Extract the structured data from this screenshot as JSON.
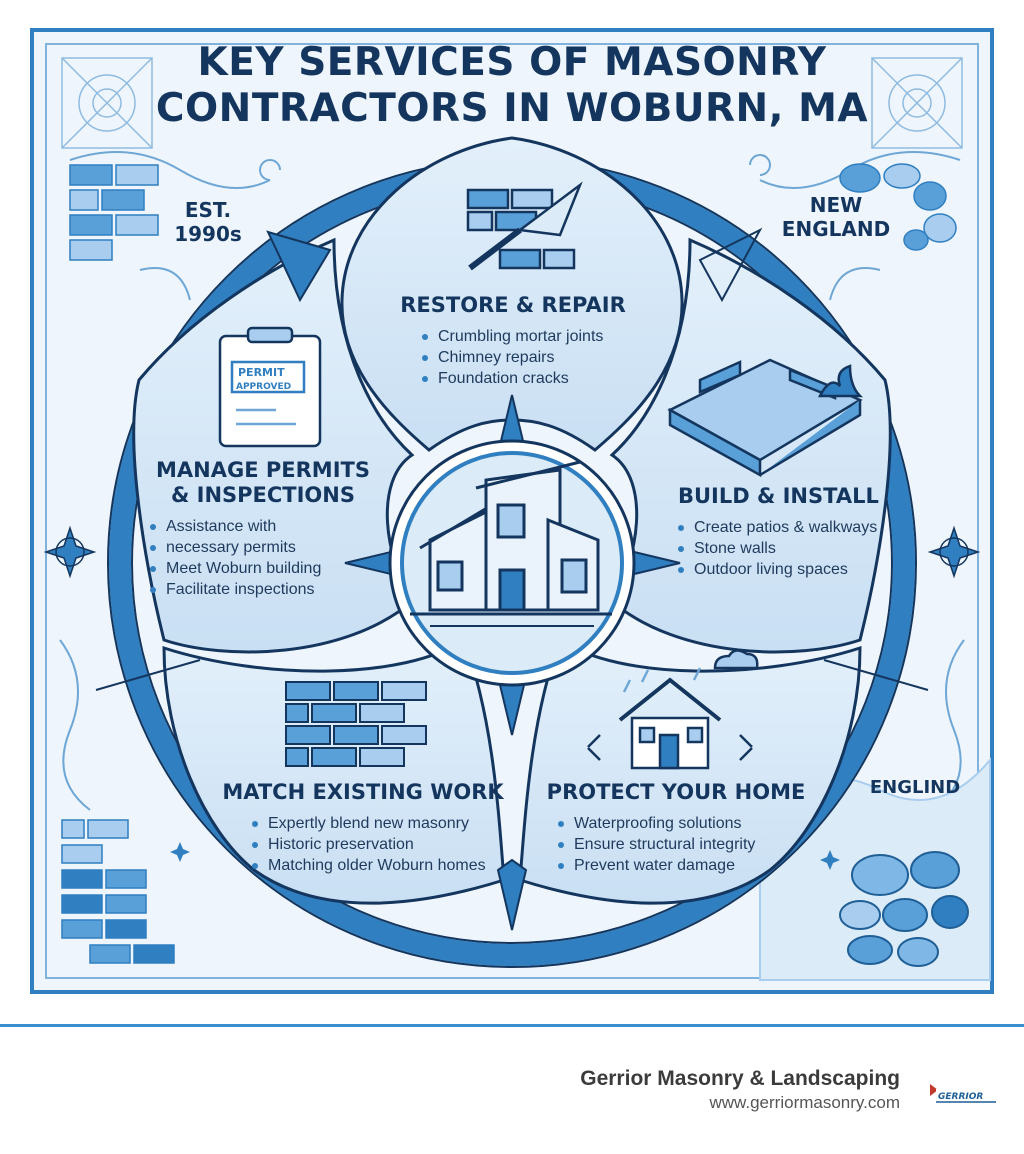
{
  "title": {
    "line1": "KEY SERVICES OF MASONRY",
    "line2": "CONTRACTORS IN WOBURN, MA"
  },
  "corners": {
    "est_line1": "EST.",
    "est_line2": "1990s",
    "region_line1": "NEW",
    "region_line2": "ENGLAND",
    "region_alt": "ENGLIND"
  },
  "illustration_text": {
    "permit_line1": "PERMIT",
    "permit_line2": "APPROVED"
  },
  "services": {
    "restore": {
      "title": "RESTORE & REPAIR",
      "items": [
        "Crumbling mortar joints",
        "Chimney repairs",
        "Foundation cracks"
      ]
    },
    "permits": {
      "title_line1": "MANAGE PERMITS",
      "title_line2": "& INSPECTIONS",
      "items": [
        "Assistance with",
        "necessary permits",
        "Meet Woburn building",
        "Facilitate inspections"
      ]
    },
    "build": {
      "title": "BUILD & INSTALL",
      "items": [
        "Create patios & walkways",
        "Stone walls",
        "Outdoor living spaces"
      ]
    },
    "match": {
      "title": "MATCH EXISTING WORK",
      "items": [
        "Expertly blend new masonry",
        "Historic preservation",
        "Matching older Woburn homes"
      ]
    },
    "protect": {
      "title": "PROTECT YOUR HOME",
      "items": [
        "Waterproofing solutions",
        "Ensure structural integrity",
        "Prevent water damage"
      ]
    }
  },
  "footer": {
    "company": "Gerrior Masonry & Landscaping",
    "url": "www.gerriormasonry.com",
    "logo_text": "GERRIOR"
  },
  "colors": {
    "navy": "#14365e",
    "accent": "#2f7fc1",
    "panel": "#cfe3f5",
    "light": "#e6f1fb"
  }
}
